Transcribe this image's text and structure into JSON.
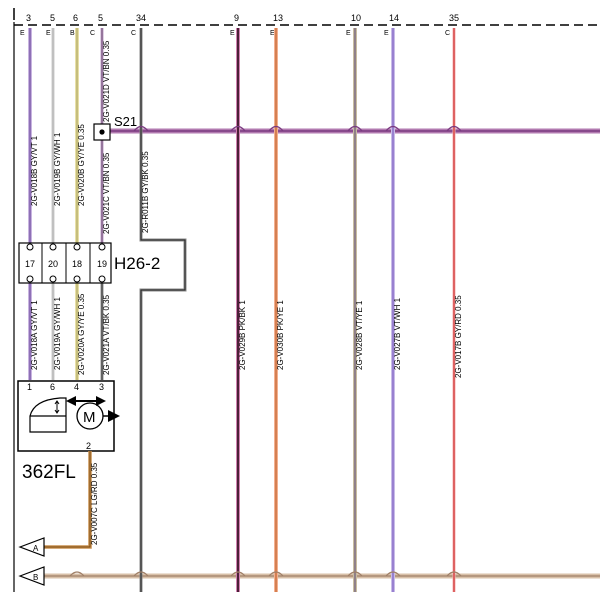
{
  "pins_top": [
    {
      "num": "3",
      "letter": "E",
      "color": "#9b7fc8"
    },
    {
      "num": "5",
      "letter": "E",
      "color": "#c8c8c8"
    },
    {
      "num": "6",
      "letter": "B",
      "color": "#d4cf8a"
    },
    {
      "num": "5",
      "letter": "C",
      "color": "#7a5c8c"
    },
    {
      "num": "34",
      "letter": "C",
      "color": "#555555"
    },
    {
      "num": "9",
      "letter": "E",
      "color": "#8a1f4a"
    },
    {
      "num": "13",
      "letter": "E",
      "color": "#e07a4a"
    },
    {
      "num": "10",
      "letter": "E",
      "color": "#8c7ab0"
    },
    {
      "num": "14",
      "letter": "E",
      "color": "#8c72d0"
    },
    {
      "num": "35",
      "letter": "C",
      "color": "#e05050"
    }
  ],
  "wire_labels": {
    "v018b": "2G-V018B GY/VT 1",
    "v019b": "2G-V019B GY/WH 1",
    "v020b": "2G-V020B GY/YE 0.35",
    "v021c": "2G-V021C VT/BN 0.35",
    "v021d": "2G-V021D VT/BN 0.35",
    "r011b": "2G-R011B GY/BK 0.35",
    "v018a": "2G-V018A GY/VT 1",
    "v019a": "2G-V019A GY/WH 1",
    "v020a": "2G-V020A GY/YE 0.35",
    "v021a": "2G-V021A VT/BK 0.35",
    "v029b": "2G-V029B PK/BK 1",
    "v030b": "2G-V030B PK/YE 1",
    "v028b": "2G-V028B VT/YE 1",
    "v027b": "2G-V027B VT/WH 1",
    "v017b": "2G-V017B GY/RD 0.35",
    "v007c": "2G-V007C LG/RD 0.35"
  },
  "splice": "S21",
  "connector": {
    "name": "H26-2",
    "pins": [
      "17",
      "20",
      "18",
      "19"
    ]
  },
  "component": {
    "name": "362FL",
    "pins": [
      "1",
      "6",
      "4",
      "3"
    ],
    "bottom_pin": "2",
    "motor_label": "M"
  },
  "offpage": {
    "a": "A",
    "b": "B"
  },
  "colors": {
    "bus_top": "#9a5aa0",
    "bus_bottom": "#c8a890",
    "brown": "#9a6a20",
    "dark": "#444444"
  }
}
